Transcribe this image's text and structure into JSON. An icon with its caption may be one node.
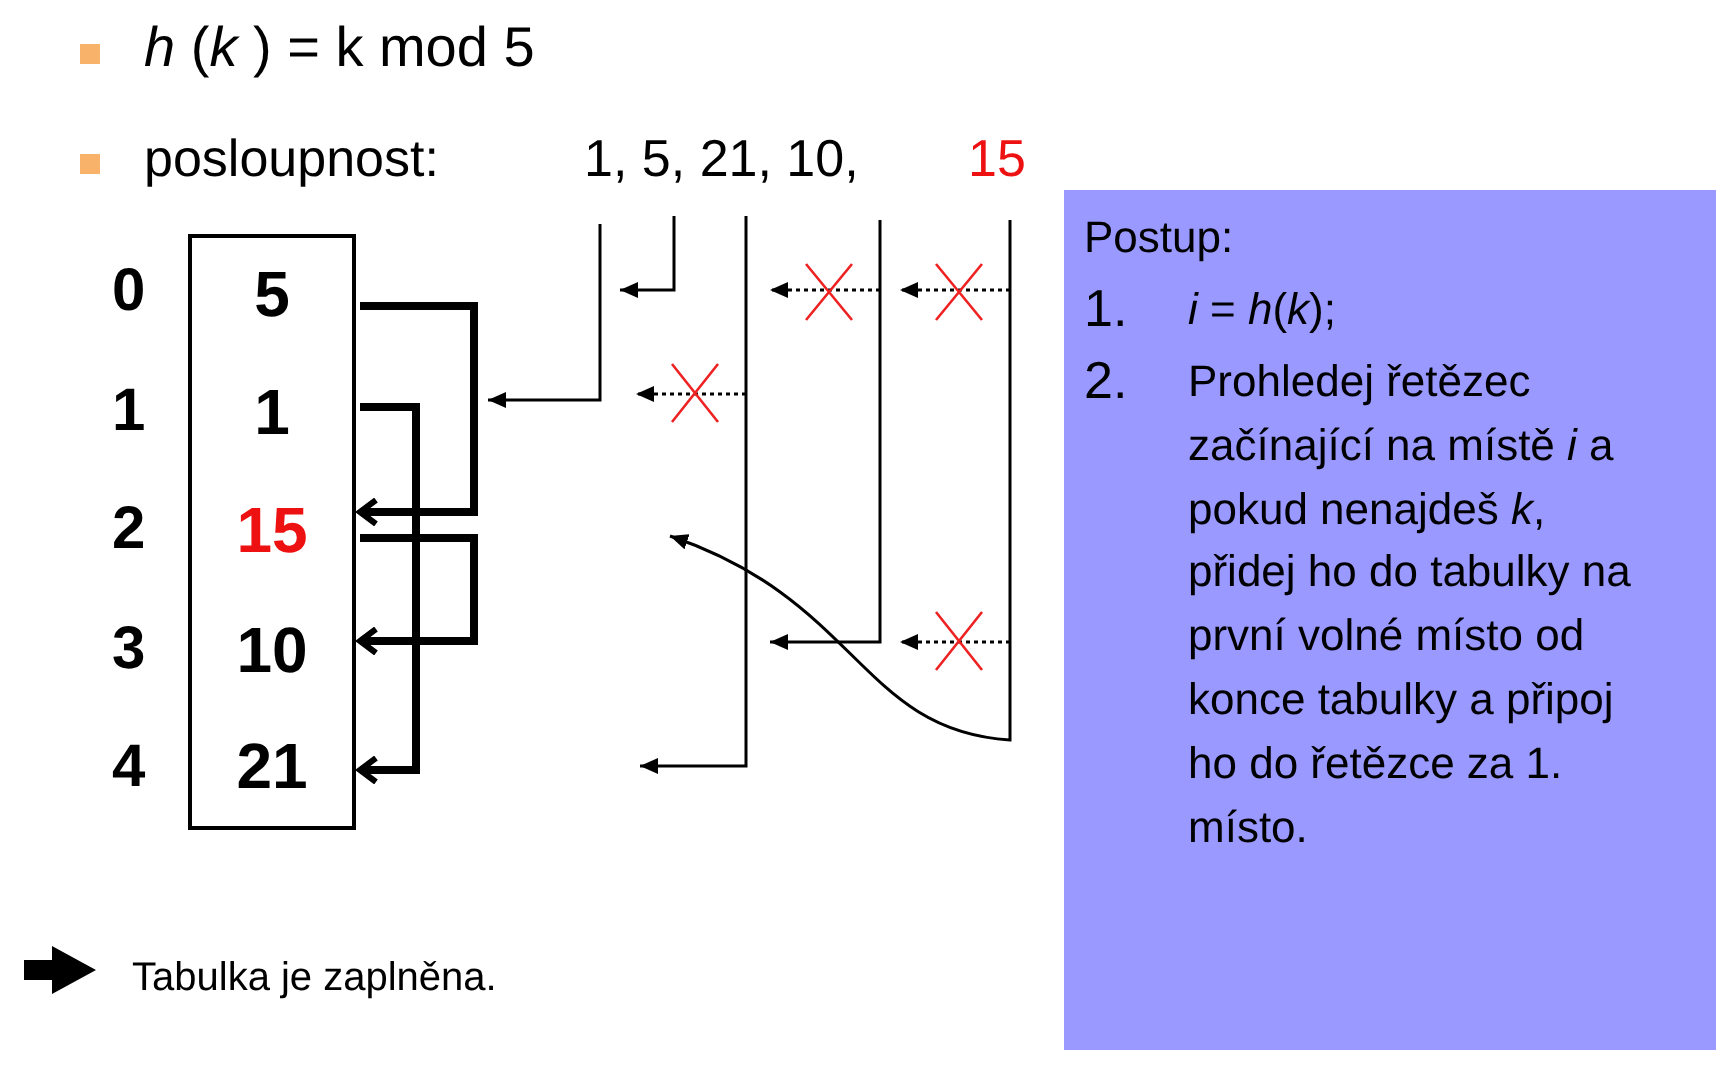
{
  "diagram": {
    "nodes": [
      {
        "text": [
          "5"
        ],
        "beside": [
          "0"
        ]
      },
      {
        "text": [
          "1"
        ],
        "beside": [
          "1"
        ]
      },
      {
        "text": [
          "15"
        ],
        "beside": [
          "2"
        ]
      },
      {
        "text": [
          "10"
        ],
        "beside": [
          "3"
        ]
      },
      {
        "text": [
          "21"
        ],
        "beside": [
          "4"
        ]
      },
      {
        "text": [
          "Postup:",
          "1.",
          "*i* = *h*(*k*);",
          "2.",
          "Prohledej řetězec začínající na místě *i* a pokud nenajdeš *k*, přidej ho do tabulky na první volné místo od konce tabulky a připoj ho do řetězce za 1. místo."
        ]
      }
    ],
    "edges": [
      {
        "from": 0,
        "to": 2,
        "arrow": "to"
      },
      {
        "from": 1,
        "to": 4,
        "arrow": "to"
      },
      {
        "from": 2,
        "to": 3,
        "arrow": "to"
      }
    ],
    "labels": [
      "*h* (*k* ) = k mod 5",
      "posloupnost:",
      "1, 5, 21, 10,",
      "15",
      "Tabulka je zaplněna."
    ]
  }
}
